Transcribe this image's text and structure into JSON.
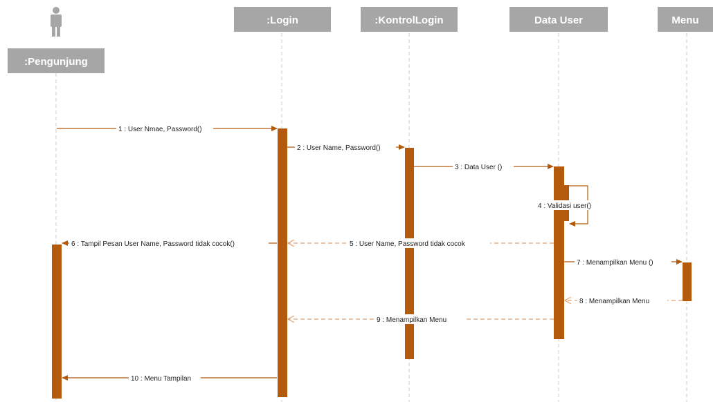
{
  "diagram": {
    "type": "sequence",
    "colors": {
      "header": "#a6a6a6",
      "header_text": "#ffffff",
      "activation": "#b35a0d",
      "return_line": "#e0a070",
      "lifeline": "#c8c8c8"
    },
    "actor": {
      "label": ":Pengunjung",
      "icon": "actor-icon"
    },
    "lifelines": [
      {
        "id": "login",
        "label": ":Login"
      },
      {
        "id": "kontrol",
        "label": ":KontrolLogin"
      },
      {
        "id": "datauser",
        "label": "Data User"
      },
      {
        "id": "menu",
        "label": "Menu"
      }
    ],
    "messages": [
      {
        "label": "1 : User Nmae, Password()",
        "kind": "call"
      },
      {
        "label": "2 : User Name, Password()",
        "kind": "call"
      },
      {
        "label": "3 : Data User ()",
        "kind": "call"
      },
      {
        "label": "4 : Validasi user()",
        "kind": "self"
      },
      {
        "label": "5 : User Name, Password tidak cocok",
        "kind": "return"
      },
      {
        "label": "6 : Tampil Pesan User Name, Password tidak cocok()",
        "kind": "call"
      },
      {
        "label": "7 : Menampilkan Menu ()",
        "kind": "call"
      },
      {
        "label": "8 : Menampilkan Menu",
        "kind": "return"
      },
      {
        "label": "9 : Menampilkan Menu",
        "kind": "return"
      },
      {
        "label": "10 : Menu Tampilan",
        "kind": "call"
      }
    ]
  }
}
